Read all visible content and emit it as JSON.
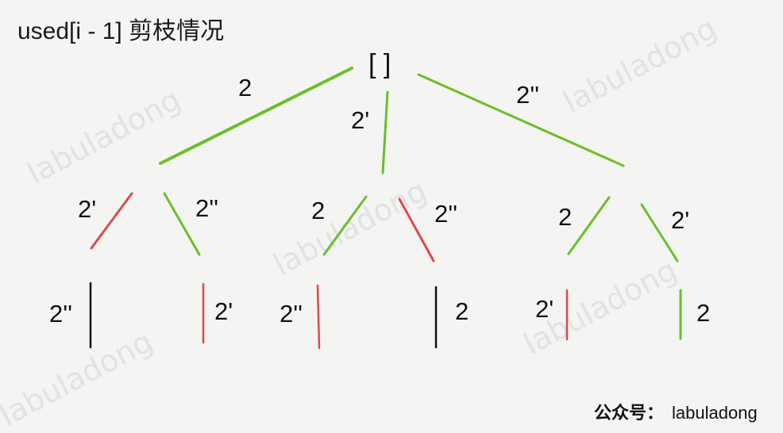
{
  "title": "used[i - 1] 剪枝情况",
  "root_label": "[ ]",
  "colors": {
    "valid": "#6abf2a",
    "pruned": "#dd4a4a",
    "leaf": "#111111",
    "background": "#f4f4f2"
  },
  "tree": {
    "level1_edges": [
      {
        "label": "2",
        "color": "valid"
      },
      {
        "label": "2'",
        "color": "valid"
      },
      {
        "label": "2''",
        "color": "valid"
      }
    ],
    "level2_edges": [
      {
        "label": "2'",
        "color": "pruned"
      },
      {
        "label": "2''",
        "color": "valid"
      },
      {
        "label": "2",
        "color": "valid"
      },
      {
        "label": "2''",
        "color": "pruned"
      },
      {
        "label": "2",
        "color": "valid"
      },
      {
        "label": "2'",
        "color": "valid"
      }
    ],
    "level3_edges": [
      {
        "label": "2''",
        "color": "leaf"
      },
      {
        "label": "2'",
        "color": "pruned"
      },
      {
        "label": "2''",
        "color": "pruned"
      },
      {
        "label": "2",
        "color": "leaf"
      },
      {
        "label": "2'",
        "color": "pruned"
      },
      {
        "label": "2",
        "color": "valid"
      }
    ]
  },
  "watermark": "labuladong",
  "footer": {
    "prefix": "公众号：",
    "name": "labuladong"
  }
}
